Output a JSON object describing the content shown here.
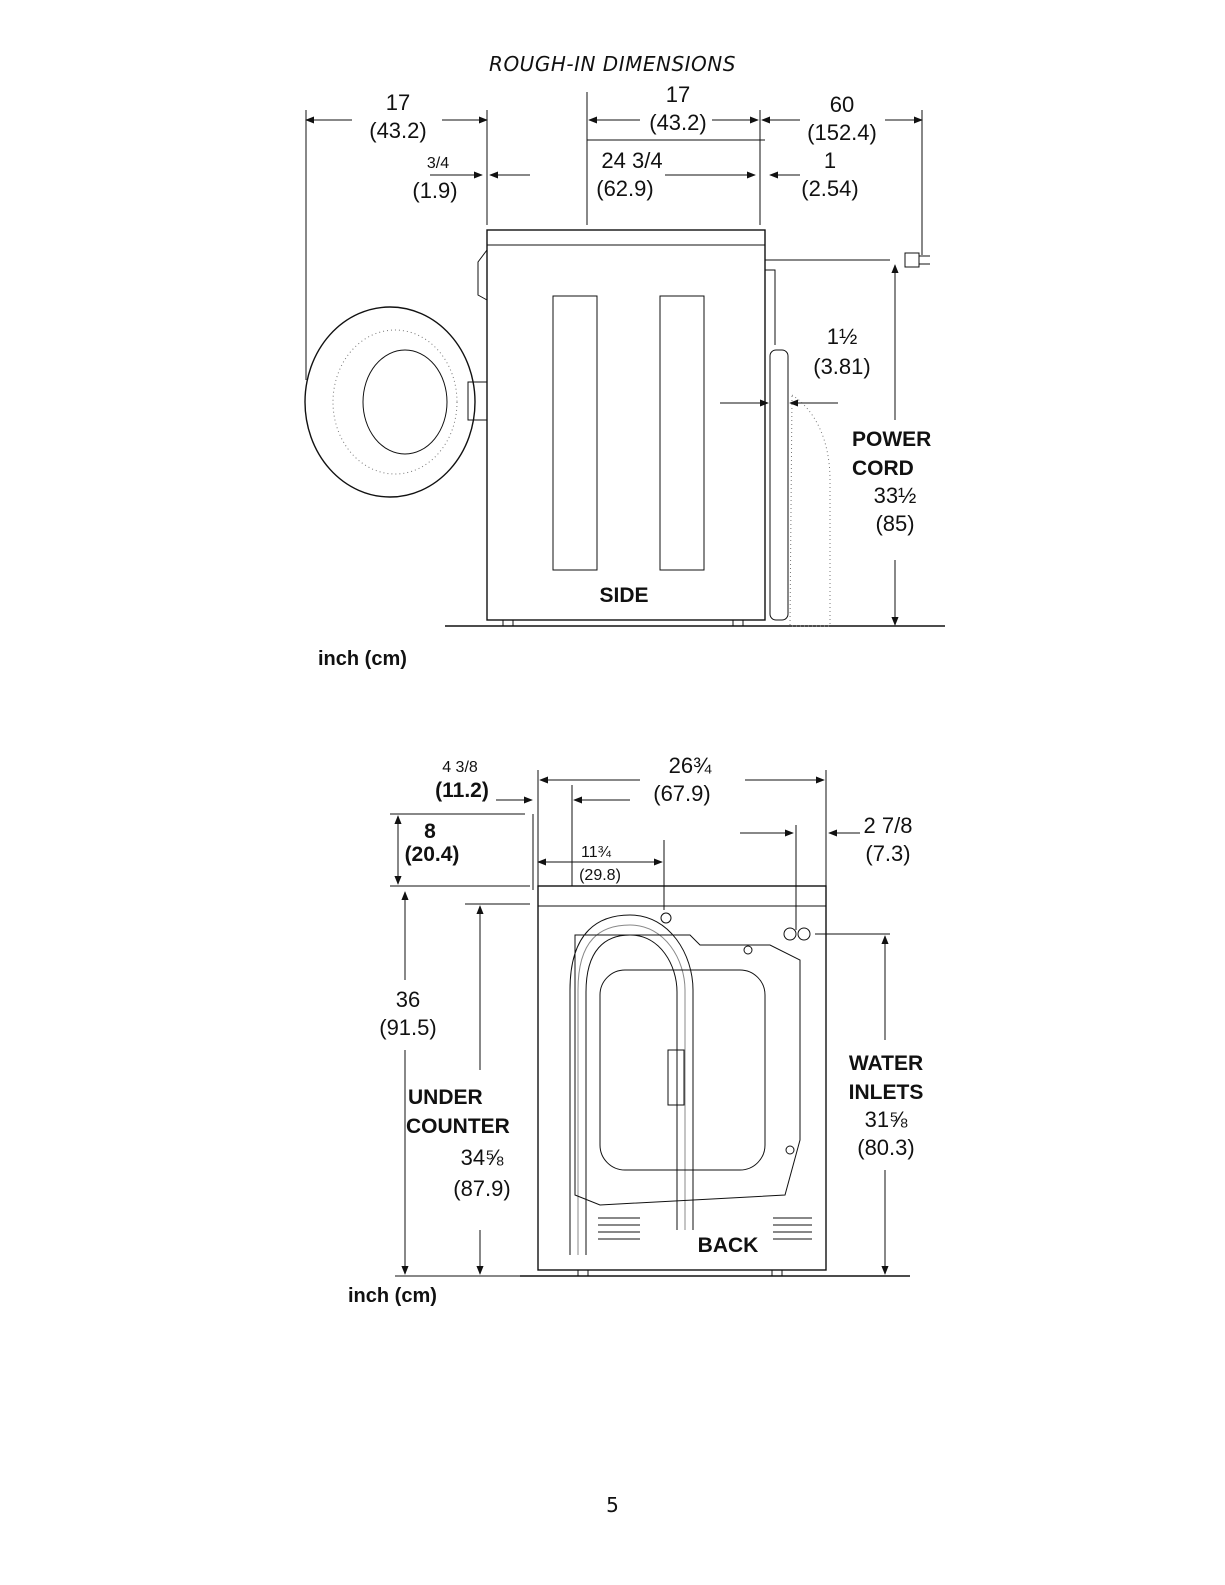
{
  "title": "ROUGH-IN DIMENSIONS",
  "side_view": {
    "label": "SIDE",
    "units": "inch (cm)",
    "dims": {
      "left_depth": {
        "in": "17",
        "cm": "(43.2)"
      },
      "gap_front": {
        "in": "3/4",
        "cm": "(1.9)"
      },
      "top_depth": {
        "in": "17",
        "cm": "(43.2)"
      },
      "cabinet_depth": {
        "in": "24 3/4",
        "cm": "(62.9)"
      },
      "cord_reach": {
        "in": "60",
        "cm": "(152.4)"
      },
      "rear_gap": {
        "in": "1",
        "cm": "(2.54)"
      },
      "hose_clearance": {
        "in": "1½",
        "cm": "(3.81)"
      },
      "power_cord": {
        "label1": "POWER",
        "label2": "CORD",
        "in": "33½",
        "cm": "(85)"
      }
    }
  },
  "back_view": {
    "label": "BACK",
    "units": "inch (cm)",
    "dims": {
      "offset": {
        "in": "4 3/8",
        "cm": "(11.2)"
      },
      "width": {
        "in": "26¾",
        "cm": "(67.9)"
      },
      "inlet_side": {
        "in": "2 7/8",
        "cm": "(7.3)"
      },
      "top_clearance": {
        "in": "8",
        "cm": "(20.4)"
      },
      "drain_offset": {
        "in": "11¾",
        "cm": "(29.8)"
      },
      "height": {
        "in": "36",
        "cm": "(91.5)"
      },
      "under_counter": {
        "label1": "UNDER",
        "label2": "COUNTER",
        "in": "34⅝",
        "cm": "(87.9)"
      },
      "water_inlets": {
        "label1": "WATER",
        "label2": "INLETS",
        "in": "31⅝",
        "cm": "(80.3)"
      }
    }
  },
  "page_number": "5"
}
